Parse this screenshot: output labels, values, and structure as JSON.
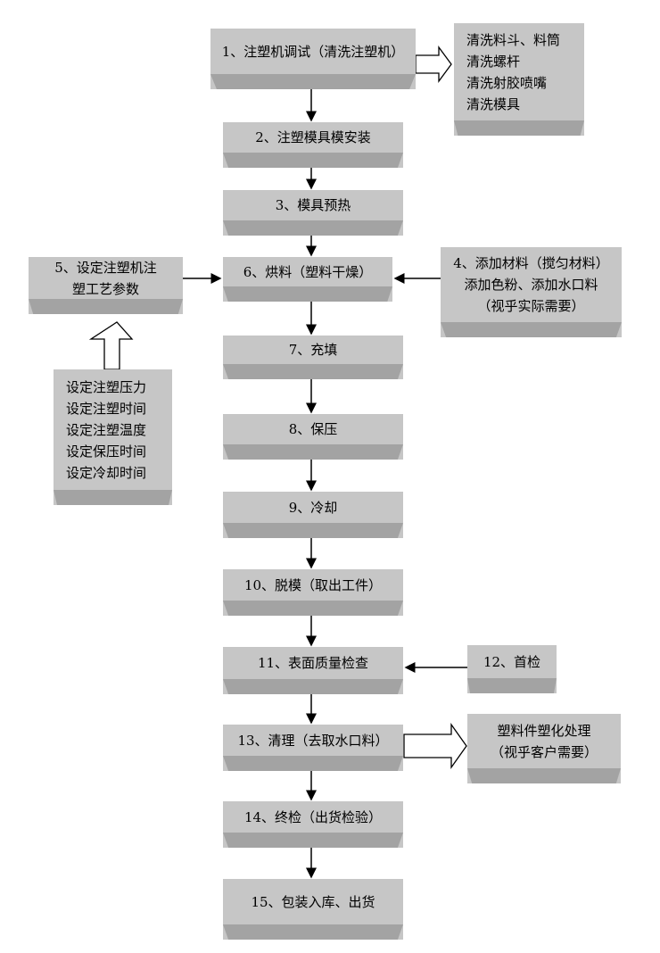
{
  "steps": {
    "s1": "1、注塑机调试（清洗注塑机）",
    "s2": "2、注塑模具模安装",
    "s3": "3、模具预热",
    "s4": [
      "4、添加材料（搅匀材料）",
      "添加色粉、添加水口料",
      "（视乎实际需要）"
    ],
    "s5": [
      "5、设定注塑机注",
      "塑工艺参数"
    ],
    "s6": "6、烘料（塑料干燥）",
    "s7": "7、充填",
    "s8": "8、保压",
    "s9": "9、冷却",
    "s10": "10、脱模（取出工件）",
    "s11": "11、表面质量检查",
    "s12": "12、首检",
    "s13": "13、清理（去取水口料）",
    "s14": "14、终检（出货检验）",
    "s15": "15、包装入库、出货"
  },
  "notes": {
    "cleaning": [
      "清洗料斗、料筒",
      "清洗螺杆",
      "清洗射胶喷嘴",
      "清洗模具"
    ],
    "params": [
      "设定注塑压力",
      "设定注塑时间",
      "设定注塑温度",
      "设定保压时间",
      "设定冷却时间"
    ],
    "post": [
      "塑料件塑化处理",
      "（视乎客户需要）"
    ]
  }
}
